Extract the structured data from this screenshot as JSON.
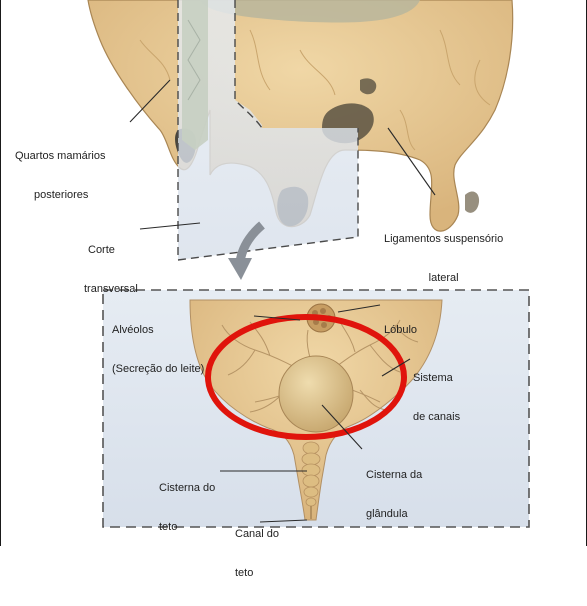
{
  "labels": {
    "rear_quarters": [
      "Quartos mamários",
      "posteriores"
    ],
    "cross_section": [
      "Corte",
      "transversal"
    ],
    "suspensory": [
      "Ligamentos suspensório",
      "lateral"
    ],
    "alveoli": [
      "Alvéolos",
      "(Secreção do leite)"
    ],
    "lobule": [
      "Lóbulo"
    ],
    "duct_system": [
      "Sistema",
      "de canais"
    ],
    "gland_cistern": [
      "Cisterna da",
      "glândula"
    ],
    "teat_cistern": [
      "Cisterna do",
      "teto"
    ],
    "teat_canal": [
      "Canal do",
      "teto"
    ]
  },
  "colors": {
    "udder": "#e8c993",
    "udder_shade": "#d6b27a",
    "udder_stroke": "#a98654",
    "panel": "#dfe6ef",
    "dark_tissue": "#4a463c",
    "highlight_circle": "#e0140c",
    "arrow": "#8a9098",
    "leader": "#2a2a2a"
  }
}
